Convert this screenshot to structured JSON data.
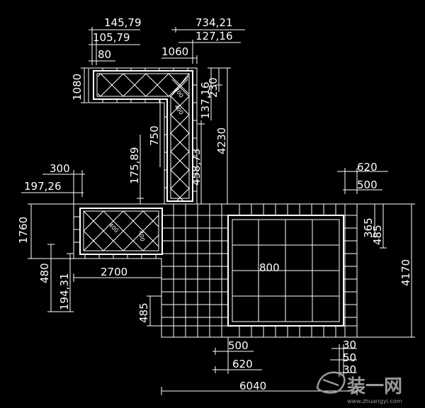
{
  "dimensions": {
    "d145": "145,79",
    "d105": "105,79",
    "d80": "80",
    "d734": "734,21",
    "d127": "127,16",
    "d1060": "1060",
    "d1080": "1080",
    "d137": "137,16",
    "d230": "230",
    "d4230": "4230",
    "d750": "750",
    "d175": "175,89",
    "d458": "458,73",
    "d300": "300",
    "d197": "197,26",
    "d620r": "620",
    "d500r": "500",
    "d1760": "1760",
    "d365": "365",
    "d485r": "485",
    "d4170": "4170",
    "d480": "480",
    "d194": "194,31",
    "d2700": "2700",
    "d485l": "485",
    "d800": "800",
    "d500b": "500",
    "d620b": "620",
    "d30a": "30",
    "d50": "50",
    "d30b": "30",
    "d6040": "6040",
    "tile1": "400",
    "tile2": "400",
    "tile3": "400",
    "tile4": "400"
  },
  "watermark": {
    "brand": "装一网",
    "url": "www.zhuangyi.com"
  },
  "colors": {
    "background": "#000000",
    "line": "#ffffff",
    "watermark": "#9a9a9a"
  }
}
